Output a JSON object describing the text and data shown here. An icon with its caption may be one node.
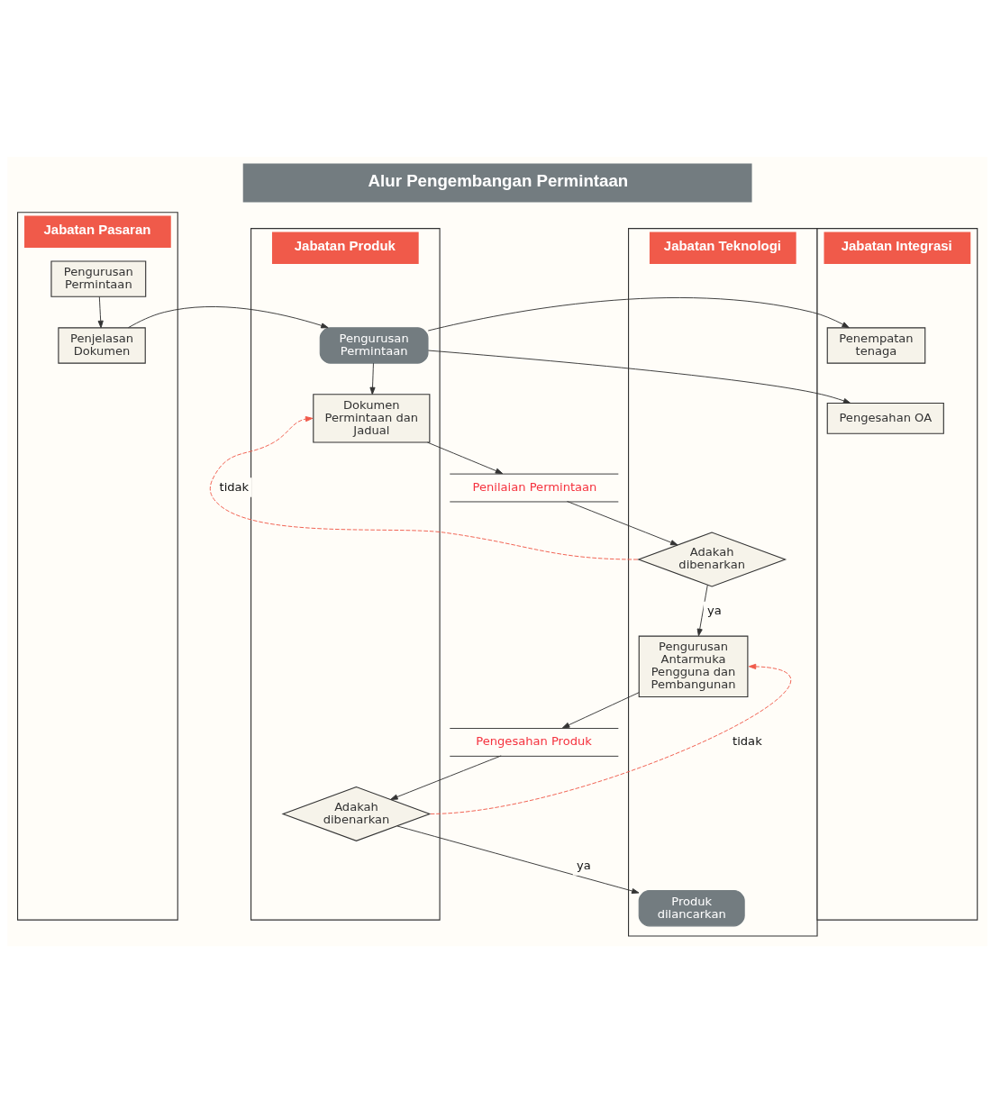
{
  "diagram": {
    "title": "Alur Pengembangan Permintaan",
    "nodes": [
      {
        "text": [
          "Jabatan Pasaran"
        ]
      },
      {
        "text": [
          "Jabatan Produk"
        ]
      },
      {
        "text": [
          "Jabatan Teknologi"
        ]
      },
      {
        "text": [
          "Jabatan Integrasi"
        ]
      },
      {
        "text": [
          "Pengurusan Permintaan"
        ],
        "in": 0
      },
      {
        "text": [
          "Penjelasan Dokumen"
        ],
        "in": 0
      },
      {
        "text": [
          "Pengurusan Permintaan"
        ],
        "in": 1
      },
      {
        "text": [
          "Penempatan tenaga"
        ],
        "in": 3
      },
      {
        "text": [
          "Pengesahan OA"
        ],
        "in": 3
      },
      {
        "text": [
          "Dokumen Permintaan dan Jadual"
        ],
        "in": 1
      },
      {
        "text": [
          "Penilaian Permintaan"
        ]
      },
      {
        "text": [
          "Adakah dibenarkan"
        ],
        "in": 2
      },
      {
        "text": [
          "Pengurusan Antarmuka Pengguna dan Pembangunan"
        ],
        "in": 2
      },
      {
        "text": [
          "Pengesahan Produk"
        ]
      },
      {
        "text": [
          "Adakah dibenarkan"
        ],
        "in": 1
      },
      {
        "text": [
          "Produk dilancarkan"
        ],
        "in": 2
      }
    ],
    "edges": [
      {
        "from": 4,
        "to": 5,
        "arrow": "to"
      },
      {
        "from": 5,
        "to": 6,
        "arrow": "to"
      },
      {
        "from": 6,
        "to": 7,
        "arrow": "to"
      },
      {
        "from": 6,
        "to": 8,
        "arrow": "to"
      },
      {
        "from": 6,
        "to": 9,
        "arrow": "to"
      },
      {
        "from": 9,
        "to": 10,
        "arrow": "to"
      },
      {
        "from": 10,
        "to": 11,
        "arrow": "to"
      },
      {
        "from": 11,
        "to": 9,
        "arrow": "to",
        "label": "tidak",
        "style": "dashed",
        "color": "#f05a4a"
      },
      {
        "from": 11,
        "to": 12,
        "arrow": "to",
        "label": "ya"
      },
      {
        "from": 12,
        "to": 13,
        "arrow": "to"
      },
      {
        "from": 13,
        "to": 14,
        "arrow": "to"
      },
      {
        "from": 14,
        "to": 12,
        "arrow": "to",
        "label": "tidak",
        "style": "dashed",
        "color": "#f05a4a"
      },
      {
        "from": 14,
        "to": 15,
        "arrow": "to",
        "label": "ya"
      }
    ]
  }
}
